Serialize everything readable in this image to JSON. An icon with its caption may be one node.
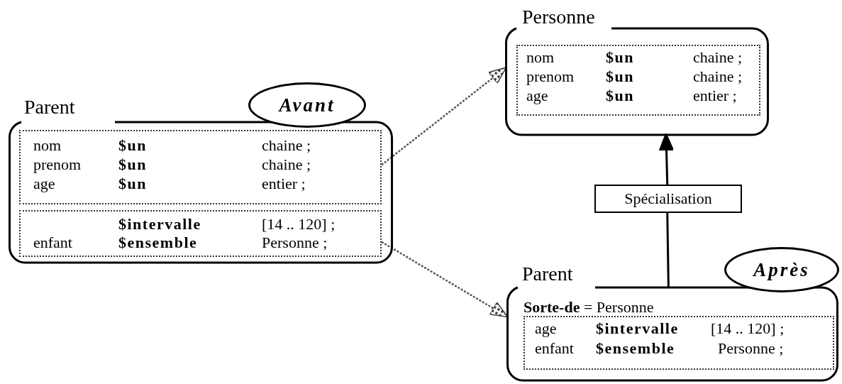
{
  "diagram": {
    "nodes": [
      {
        "text": [
          "Parent"
        ]
      },
      {
        "text": [
          "Avant"
        ]
      },
      {
        "text": [
          "nom",
          "$un",
          "chaine ;",
          "prenom",
          "$un",
          "chaine ;",
          "age",
          "$un",
          "entier ;"
        ],
        "in": 0
      },
      {
        "text": [
          "$intervalle",
          "[14 .. 120] ;",
          "enfant",
          "$ensemble",
          "Personne ;"
        ],
        "in": 0
      },
      {
        "text": [
          "Personne"
        ]
      },
      {
        "text": [
          "nom",
          "$un",
          "chaine ;",
          "prenom",
          "$un",
          "chaine ;",
          "age",
          "$un",
          "entier ;"
        ],
        "in": 4
      },
      {
        "text": [
          "Spécialisation"
        ]
      },
      {
        "text": [
          "Parent",
          "**Sorte-de** = Personne"
        ]
      },
      {
        "text": [
          "Après"
        ]
      },
      {
        "text": [
          "age",
          "$intervalle",
          "[14 .. 120] ;",
          "enfant",
          "$ensemble",
          "Personne ;"
        ],
        "in": 7
      }
    ],
    "edges": [
      {
        "from": 2,
        "to": 4,
        "arrow": "to",
        "style": "dashed"
      },
      {
        "from": 3,
        "to": 7,
        "arrow": "to",
        "style": "dashed"
      },
      {
        "from": 7,
        "to": 6,
        "arrow": "none"
      },
      {
        "from": 6,
        "to": 4,
        "arrow": "to"
      }
    ]
  }
}
